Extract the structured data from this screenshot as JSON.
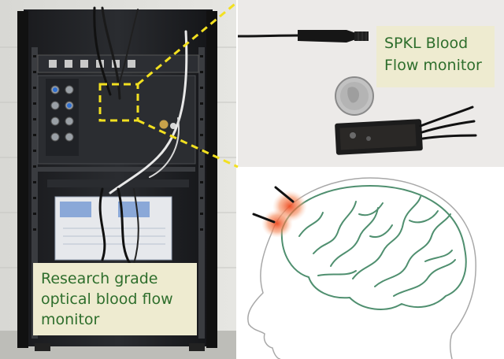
{
  "labels": {
    "rack": [
      "Research grade",
      "optical blood flow",
      "monitor"
    ],
    "spkl": [
      "SPKL Blood",
      "Flow monitor"
    ]
  },
  "colors": {
    "label_text": "#2e6e2c",
    "label_bg": "#eeebd0",
    "callout": "#f2e020",
    "brain_outline": "#4f8f6f",
    "probe_glow": "#f06a3a"
  }
}
